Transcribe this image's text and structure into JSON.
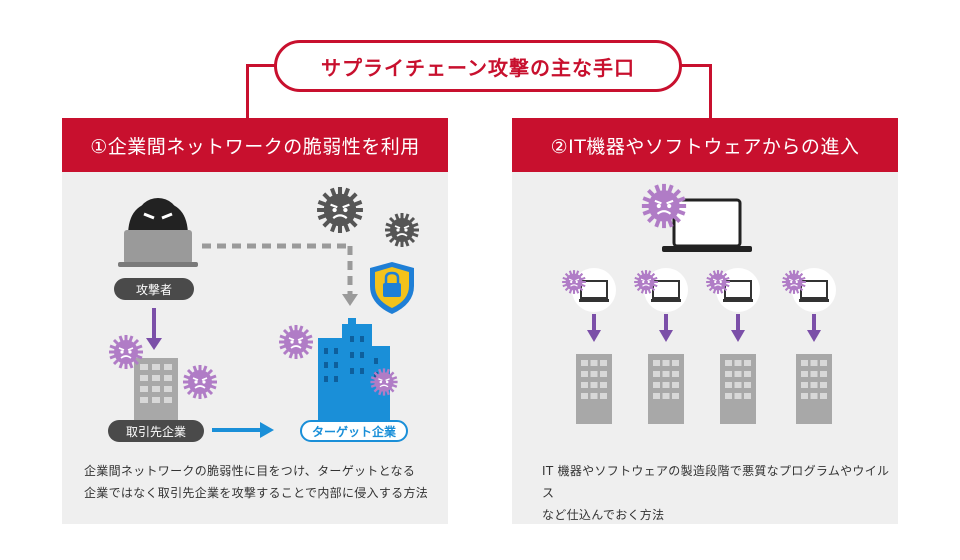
{
  "header": {
    "title": "サプライチェーン攻撃の主な手口"
  },
  "panel1": {
    "heading": "①企業間ネットワークの脆弱性を利用",
    "attacker_label": "攻撃者",
    "supplier_label": "取引先企業",
    "target_label": "ターゲット企業",
    "description_line1": "企業間ネットワークの脆弱性に目をつけ、ターゲットとなる",
    "description_line2": "企業ではなく取引先企業を攻撃することで内部に侵入する方法"
  },
  "panel2": {
    "heading": "②IT機器やソフトウェアからの進入",
    "description_line1": "IT 機器やソフトウェアの製造段階で悪質なプログラムやウイルス",
    "description_line2": "など仕込んでおく方法"
  },
  "colors": {
    "brand_red": "#c8102e",
    "panel_gray": "#efefef",
    "virus_purple": "#b07cc6",
    "virus_dark": "#555555",
    "target_blue": "#1a8fd8",
    "arrow_purple": "#7b4fa8",
    "shield_blue": "#1f7fd6",
    "shield_gold": "#f3c21b"
  }
}
